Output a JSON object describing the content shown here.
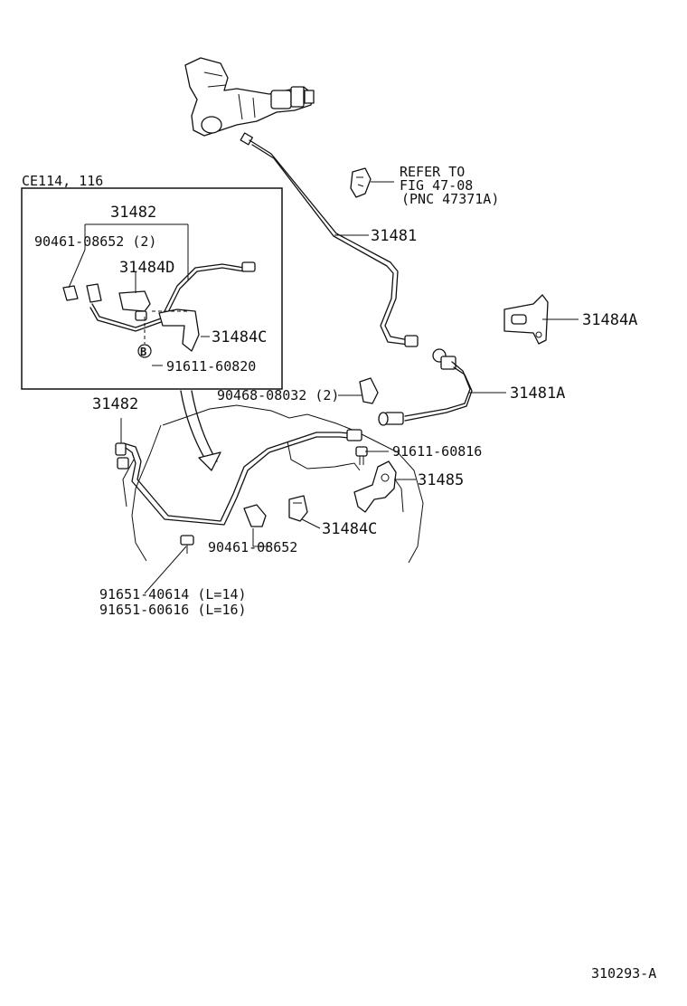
{
  "diagram": {
    "inset_model_label": "CE114, 116",
    "figure_number": "310293-A",
    "refer_note": [
      "REFER TO",
      "FIG 47-08",
      "(PNC 47371A)"
    ],
    "callouts": {
      "inset_31482": "31482",
      "inset_90461_08652_2": "90461-08652 (2)",
      "inset_31484D": "31484D",
      "inset_31484C": "31484C",
      "inset_B_marker": "B",
      "inset_91611_60820": "91611-60820",
      "main_31481": "31481",
      "main_31484A": "31484A",
      "main_31481A": "31481A",
      "main_31482": "31482",
      "main_90468_08032_2": "90468-08032 (2)",
      "main_91611_60816": "91611-60816",
      "main_31485": "31485",
      "main_31484C": "31484C",
      "main_90461_08652": "90461-08652",
      "main_91651_40614": "91651-40614 (L=14)",
      "main_91651_60616": "91651-60616 (L=16)"
    }
  }
}
